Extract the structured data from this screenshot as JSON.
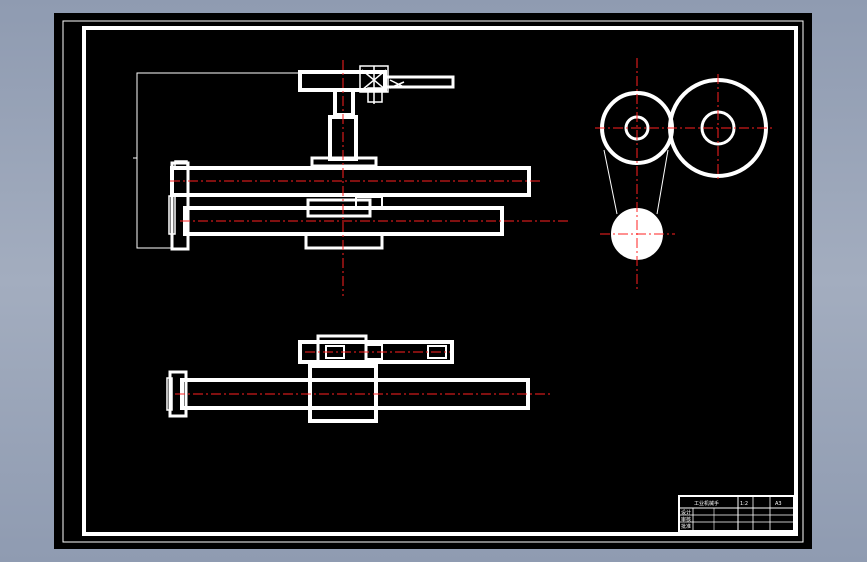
{
  "title_block": {
    "drawing_title": "工业机械手",
    "scale_label": "1:2",
    "sheet_size": "A3",
    "row_labels": [
      "设计",
      "审核",
      "批准"
    ]
  },
  "colors": {
    "background_gradient": "#9aa5b8",
    "sheet": "#000000",
    "line": "#ffffff",
    "centerline": "#ff2020"
  }
}
